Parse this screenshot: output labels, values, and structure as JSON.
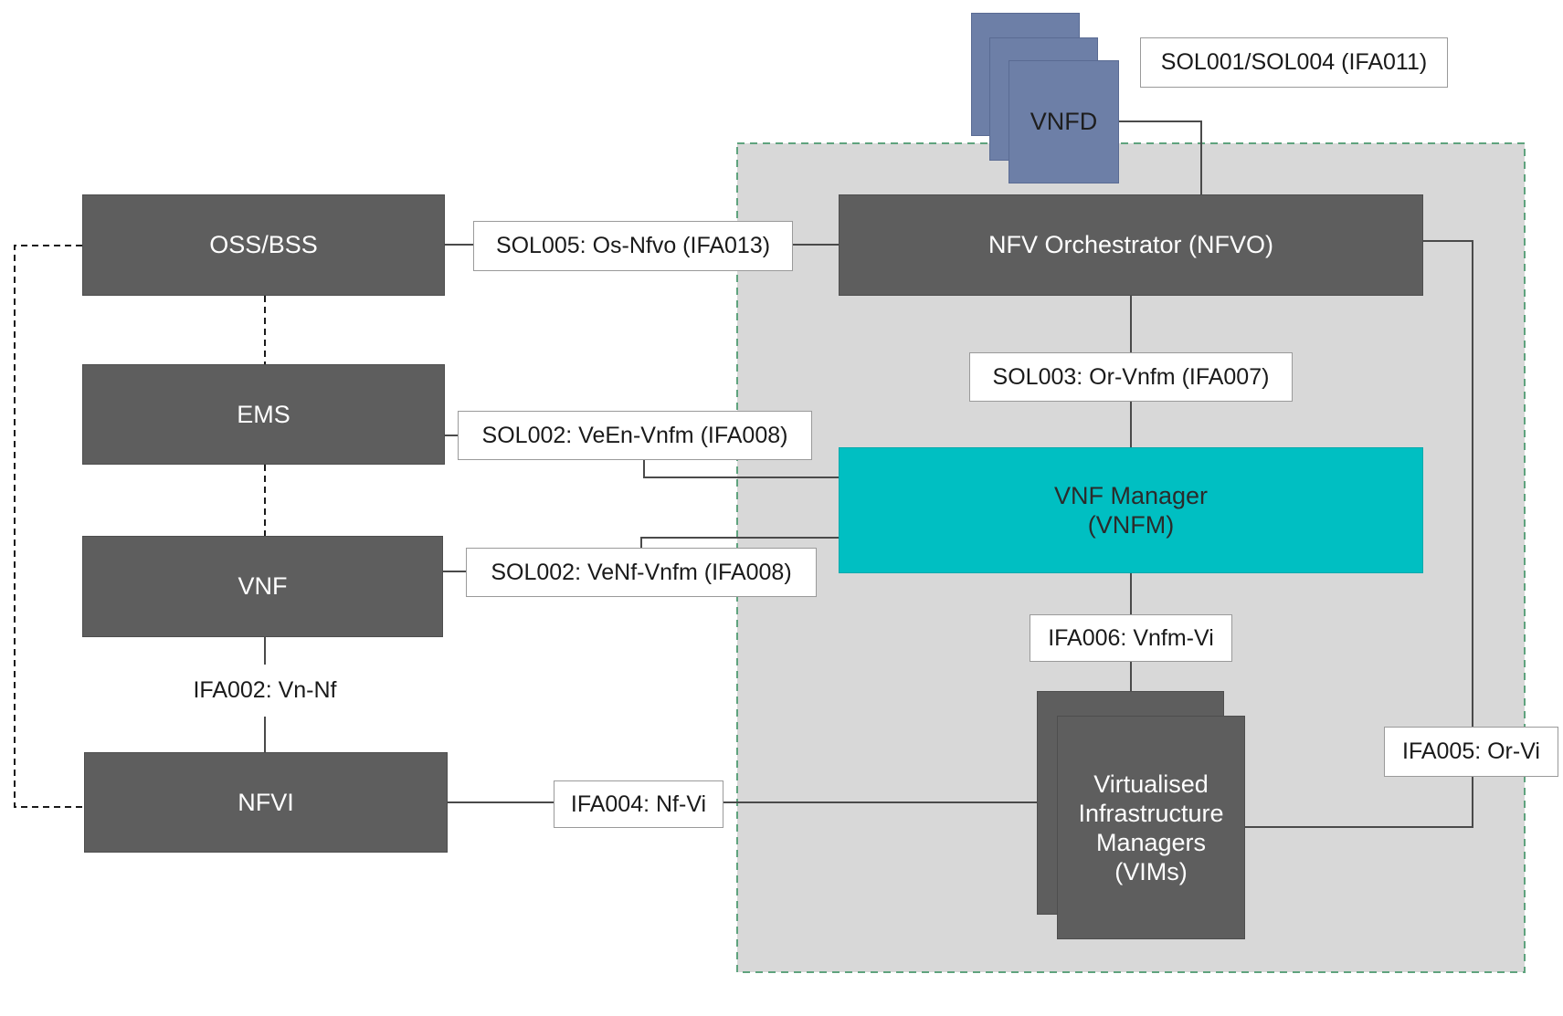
{
  "nodes": {
    "oss_bss": "OSS/BSS",
    "ems": "EMS",
    "vnf": "VNF",
    "nfvi": "NFVI",
    "nfvo": "NFV Orchestrator (NFVO)",
    "vnfm_line1": "VNF Manager",
    "vnfm_line2": "(VNFM)",
    "vnfd": "VNFD",
    "vim_line1": "Virtualised",
    "vim_line2": "Infrastructure",
    "vim_line3": "Managers",
    "vim_line4": "(VIMs)"
  },
  "interfaces": {
    "sol001": "SOL001/SOL004 (IFA011)",
    "sol005": "SOL005: Os-Nfvo (IFA013)",
    "sol003": "SOL003: Or-Vnfm (IFA007)",
    "sol002_veen": "SOL002: VeEn-Vnfm (IFA008)",
    "sol002_venf": "SOL002: VeNf-Vnfm (IFA008)",
    "ifa006": "IFA006: Vnfm-Vi",
    "ifa002": "IFA002: Vn-Nf",
    "ifa004": "IFA004: Nf-Vi",
    "ifa005": "IFA005: Or-Vi"
  },
  "colors": {
    "dark_box": "#5e5e5e",
    "vnfm": "#00bfc2",
    "vnfd": "#6d7fa7",
    "mano_region": "#d8d8d8",
    "mano_border": "#5fa37e"
  }
}
